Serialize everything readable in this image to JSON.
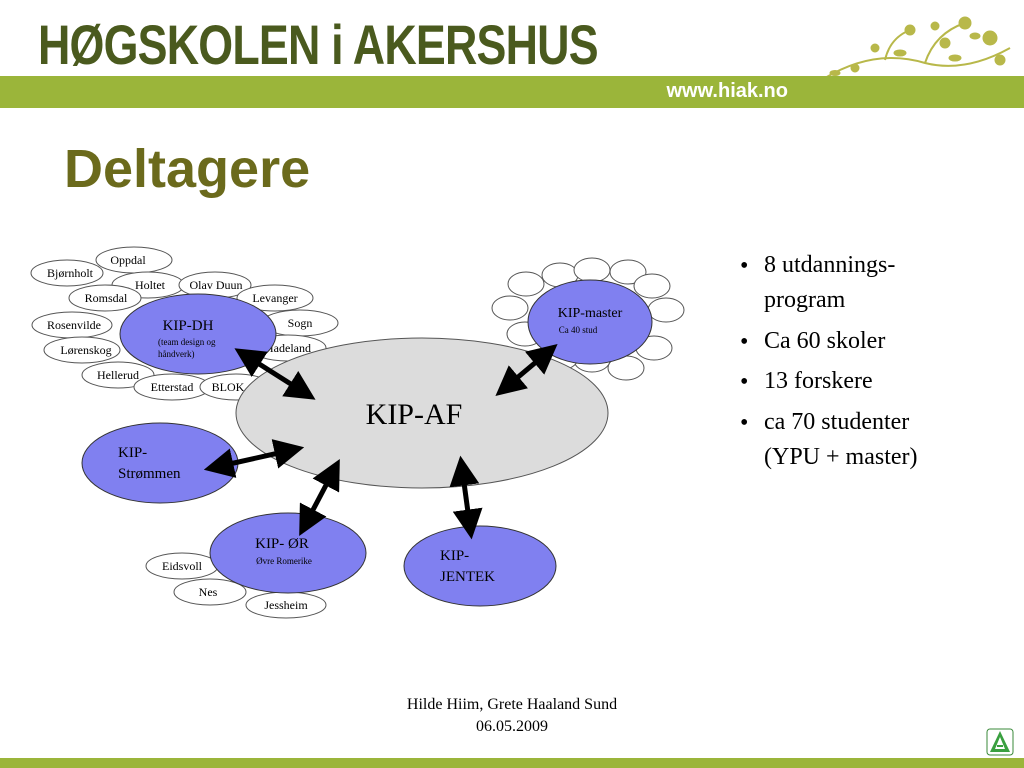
{
  "header": {
    "school_name": "HØGSKOLEN i AKERSHUS",
    "url": "www.hiak.no"
  },
  "slide": {
    "title": "Deltagere"
  },
  "diagram": {
    "center": "KIP-AF",
    "kip_dh": {
      "title": "KIP-DH",
      "sub1": "(team design og",
      "sub2": "håndverk)"
    },
    "kip_master": {
      "title": "KIP-master",
      "sub": "Ca 40 stud"
    },
    "kip_strommen": {
      "line1": "KIP-",
      "line2": "Strømmen"
    },
    "kip_or": {
      "title": "KIP- ØR",
      "sub": "Øvre Romerike"
    },
    "kip_jentek": {
      "line1": "KIP-",
      "line2": "JENTEK"
    },
    "dh_schools": [
      "Oppdal",
      "Bjørnholt",
      "Holtet",
      "Olav Duun",
      "Romsdal",
      "Levanger",
      "Rosenvilde",
      "Sogn",
      "Lørenskog",
      "Hadeland",
      "Hellerud",
      "Etterstad",
      "BLOK"
    ],
    "or_schools": [
      "Eidsvoll",
      "Nes",
      "Jessheim"
    ]
  },
  "bullets": [
    {
      "marker": "•",
      "text": "8 utdannings-\n program"
    },
    {
      "marker": "•",
      "text": "Ca 60 skoler"
    },
    {
      "marker": "•",
      "text": " 13 forskere"
    },
    {
      "marker": "•",
      "text": " ca 70 studenter\n(YPU + master)"
    }
  ],
  "footer": {
    "authors": "Hilde Hiim, Grete Haaland Sund",
    "date": "06.05.2009"
  },
  "colors": {
    "olive_text": "#4a5a1e",
    "title": "#6b6a1c",
    "band": "#9bb53a",
    "node_blue": "#8080f0",
    "center_gray": "#dcdcdc"
  }
}
